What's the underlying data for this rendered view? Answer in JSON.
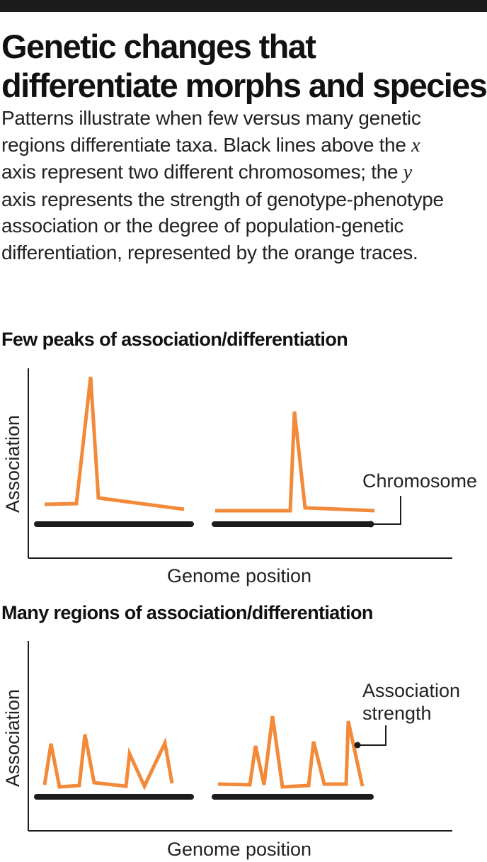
{
  "title": {
    "line1": "Genetic changes that",
    "line2": "differentiate morphs and species"
  },
  "description": {
    "line1": "Patterns illustrate when few versus many genetic",
    "line2_pre": "regions differentiate taxa. Black lines above the ",
    "x_italic": "x",
    "line3_pre": "axis represent two different chromosomes; the ",
    "y_italic": "y",
    "line4": "axis represents the strength of genotype-phenotype",
    "line5": "association or the degree of population-genetic",
    "line6": "differentiation, represented by the orange traces."
  },
  "panels": [
    {
      "heading": "Few peaks of association/differentiation",
      "ylabel": "Association",
      "xlabel": "Genome position",
      "callout": [
        "Chromosome"
      ],
      "trace_color": "#f28a3a",
      "chromosome_color": "#1c1c1c"
    },
    {
      "heading": "Many regions of association/differentiation",
      "ylabel": "Association",
      "xlabel": "Genome position",
      "callout": [
        "Association",
        "strength"
      ],
      "trace_color": "#f28a3a",
      "chromosome_color": "#1c1c1c"
    }
  ]
}
